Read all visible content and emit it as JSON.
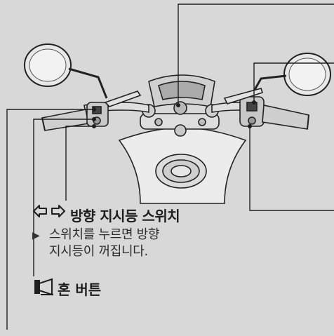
{
  "turn_signal": {
    "title": "방향 지시등 스위치",
    "note_bullet": "▶",
    "note_line1": "스위치를 누르면 방향",
    "note_line2": "지시등이 꺼집니다."
  },
  "horn": {
    "title": "혼 버튼"
  },
  "icons": {
    "turn_signal": "left-right-arrows-icon",
    "horn": "horn-icon"
  },
  "colors": {
    "background": "#d8d8d8",
    "lines": "#1e1e1e",
    "text": "#1e1e1e"
  }
}
